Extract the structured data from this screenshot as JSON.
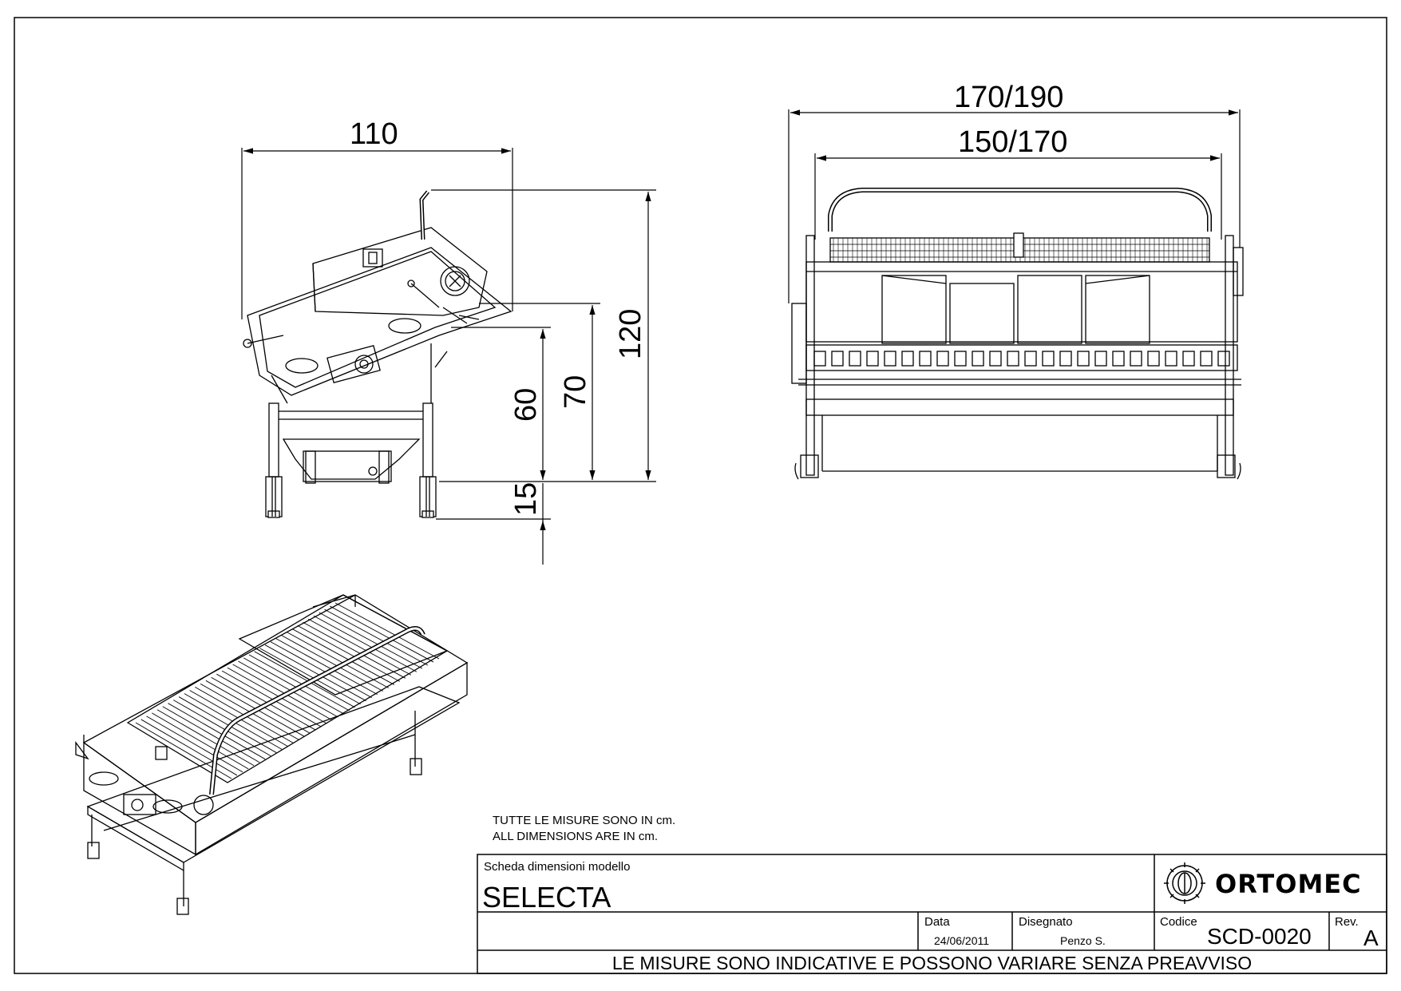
{
  "dimensions": {
    "side_width": "110",
    "side_height_total": "120",
    "side_height_mid": "70",
    "side_height_low": "60",
    "side_leg_adjust": "15",
    "front_width_outer": "170/190",
    "front_width_inner": "150/170"
  },
  "notes": {
    "line1": "TUTTE LE MISURE SONO IN cm.",
    "line2": "ALL DIMENSIONS ARE IN cm."
  },
  "title_block": {
    "sheet_label": "Scheda dimensioni modello",
    "model_name": "SELECTA",
    "brand": "ORTOMEC",
    "date_label": "Data",
    "date_value": "24/06/2011",
    "drawn_label": "Disegnato",
    "drawn_value": "Penzo S.",
    "code_label": "Codice",
    "code_value": "SCD-0020",
    "rev_label": "Rev.",
    "rev_value": "A",
    "disclaimer": "LE MISURE SONO INDICATIVE E POSSONO VARIARE SENZA PREAVVISO"
  }
}
